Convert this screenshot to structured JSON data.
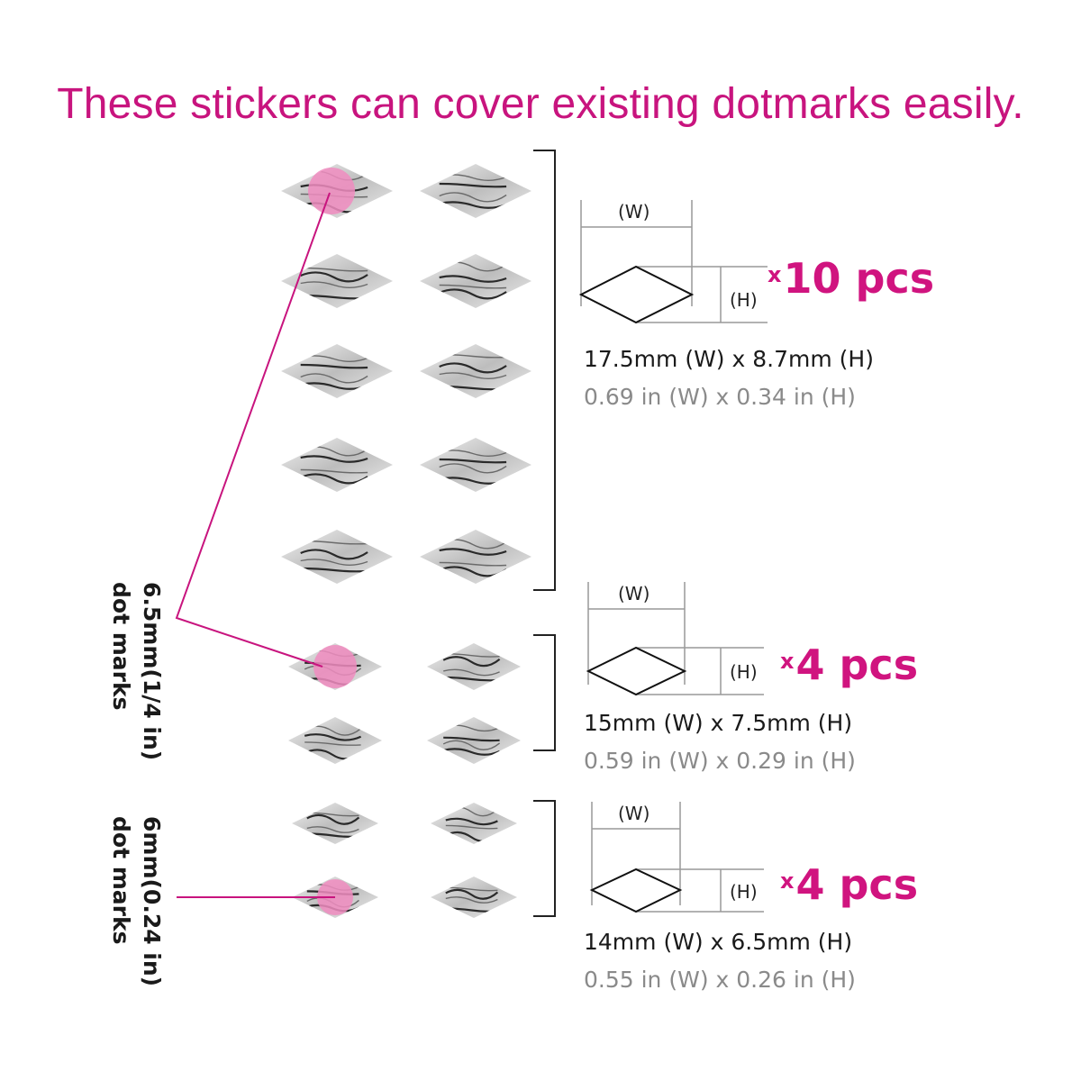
{
  "headline": "These stickers can cover existing dotmarks easily.",
  "colors": {
    "accent": "#c8147e",
    "highlight": "#f08cc0",
    "text": "#1a1a1a",
    "muted": "#8a8a8a"
  },
  "sizes": [
    {
      "width_label": "(W)",
      "height_label": "(H)",
      "qty_prefix": "x",
      "qty": "10 pcs",
      "mm": "17.5mm (W) x 8.7mm (H)",
      "inch": "0.69 in (W) x 0.34 in (H)"
    },
    {
      "width_label": "(W)",
      "height_label": "(H)",
      "qty_prefix": "x",
      "qty": "4 pcs",
      "mm": "15mm (W) x 7.5mm (H)",
      "inch": "0.59 in (W) x 0.29 in (H)"
    },
    {
      "width_label": "(W)",
      "height_label": "(H)",
      "qty_prefix": "x",
      "qty": "4 pcs",
      "mm": "14mm (W) x 6.5mm (H)",
      "inch": "0.55 in (W) x 0.26 in (H)"
    }
  ],
  "dot_labels": [
    {
      "size": "6.5mm(1/4 in)",
      "text": "dot marks"
    },
    {
      "size": "6mm(0.24 in)",
      "text": "dot marks"
    }
  ]
}
